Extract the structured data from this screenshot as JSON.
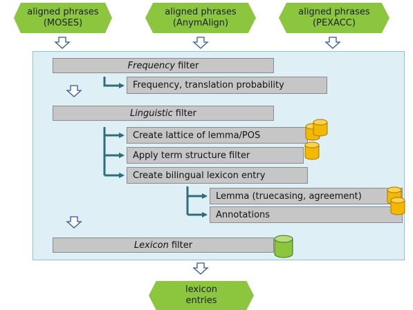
{
  "inputs": [
    {
      "line1": "aligned phrases",
      "line2": "(MOSES)"
    },
    {
      "line1": "aligned phrases",
      "line2": "(AnymAlign)"
    },
    {
      "line1": "aligned phrases",
      "line2": "(PEXACC)"
    }
  ],
  "filters": {
    "frequency": {
      "italic": "Frequency",
      "rest": "filter",
      "sub": "Frequency, translation probability"
    },
    "linguistic": {
      "italic": "Linguistic",
      "rest": "filter",
      "steps": [
        "Create lattice of lemma/POS",
        "Apply term structure filter",
        "Create bilingual lexicon entry"
      ],
      "entry_parts": [
        "Lemma (truecasing, agreement)",
        "Annotations"
      ]
    },
    "lexicon": {
      "italic": "Lexicon",
      "rest": "filter"
    }
  },
  "output": {
    "line1": "lexicon",
    "line2": "entries"
  },
  "colors": {
    "hex_green": "#8cc63f",
    "panel_blue": "#deeff5",
    "box_grey": "#c6c6c6",
    "connector_teal": "#2f6d7a",
    "db_yellow": "#f5b800",
    "db_green": "#8cc63f"
  }
}
